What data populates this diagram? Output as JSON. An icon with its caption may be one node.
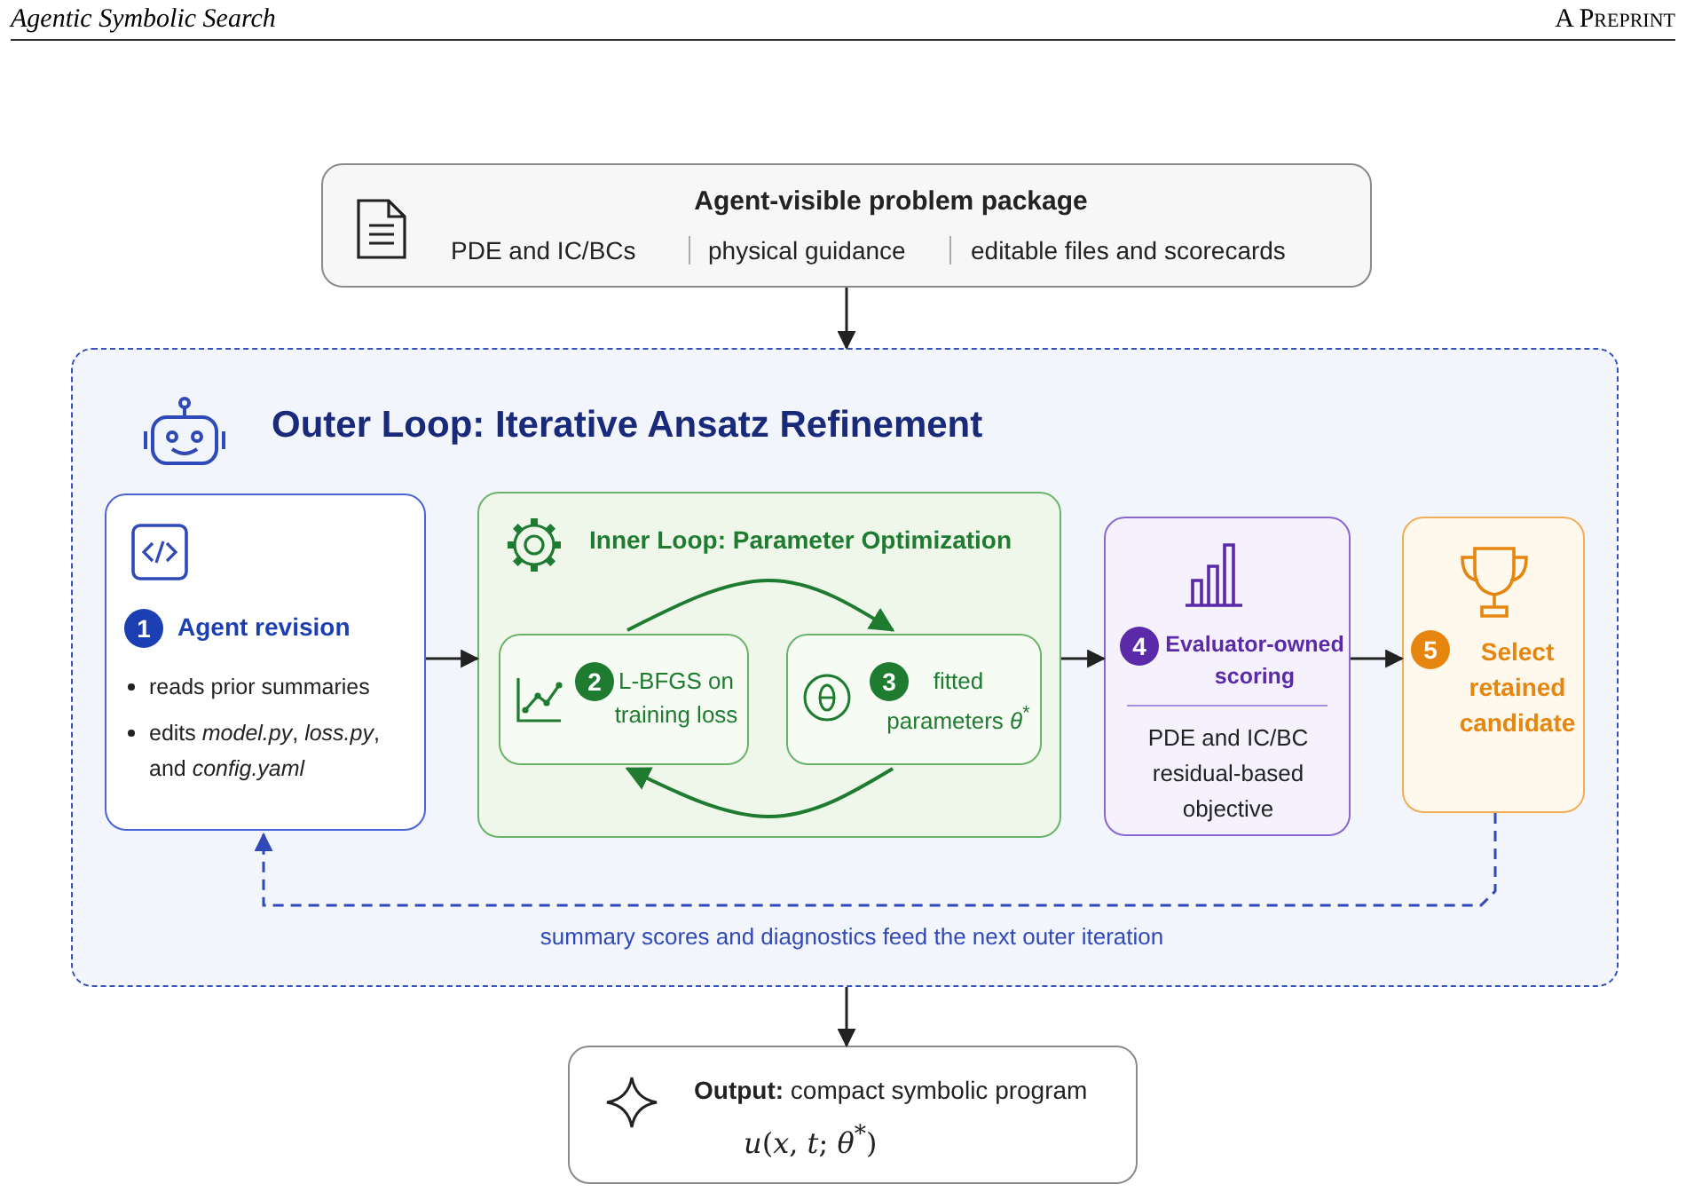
{
  "diagram": {
    "nodes": [
      {
        "text": [
          "Agent-visible problem package",
          "PDE and IC/BCs",
          "physical guidance",
          "editable files and scorecards"
        ]
      },
      {
        "text": [
          "Outer Loop: Iterative Ansatz Refinement"
        ]
      },
      {
        "text": [
          "1",
          "Agent revision",
          "reads prior summaries",
          "edits *model.py*, *loss.py*, and *config.yaml*"
        ],
        "in": 1
      },
      {
        "text": [
          "Inner Loop: Parameter Optimization"
        ],
        "in": 1
      },
      {
        "text": [
          "2",
          "L-BFGS on training loss"
        ],
        "in": 3
      },
      {
        "text": [
          "3",
          "fitted parameters *θ*$^{*}$"
        ],
        "in": 3
      },
      {
        "text": [
          "4",
          "Evaluator-owned scoring",
          "PDE and IC/BC residual-based objective"
        ],
        "in": 1
      },
      {
        "text": [
          "5",
          "Select retained candidate"
        ],
        "in": 1
      },
      {
        "text": [
          "**Output:** compact symbolic program",
          "*u*(*x*, *t*; *θ*$^{*}$)"
        ]
      }
    ],
    "edges": [
      {
        "from": 0,
        "to": 1,
        "arrow": "to"
      },
      {
        "from": 2,
        "to": 3,
        "arrow": "to"
      },
      {
        "from": 3,
        "to": 6,
        "arrow": "to"
      },
      {
        "from": 6,
        "to": 7,
        "arrow": "to"
      },
      {
        "from": 4,
        "to": 5,
        "arrow": "to",
        "color": "#1e7b30"
      },
      {
        "from": 5,
        "to": 4,
        "arrow": "to",
        "color": "#1e7b30"
      },
      {
        "from": 7,
        "to": 2,
        "arrow": "to",
        "style": "dashed",
        "color": "#2f49b8",
        "label": "summary scores and diagnostics feed the next outer iteration"
      },
      {
        "from": 1,
        "to": 8,
        "arrow": "to"
      }
    ],
    "labels": [
      "Agentic Symbolic Search",
      "A Preprint"
    ]
  }
}
